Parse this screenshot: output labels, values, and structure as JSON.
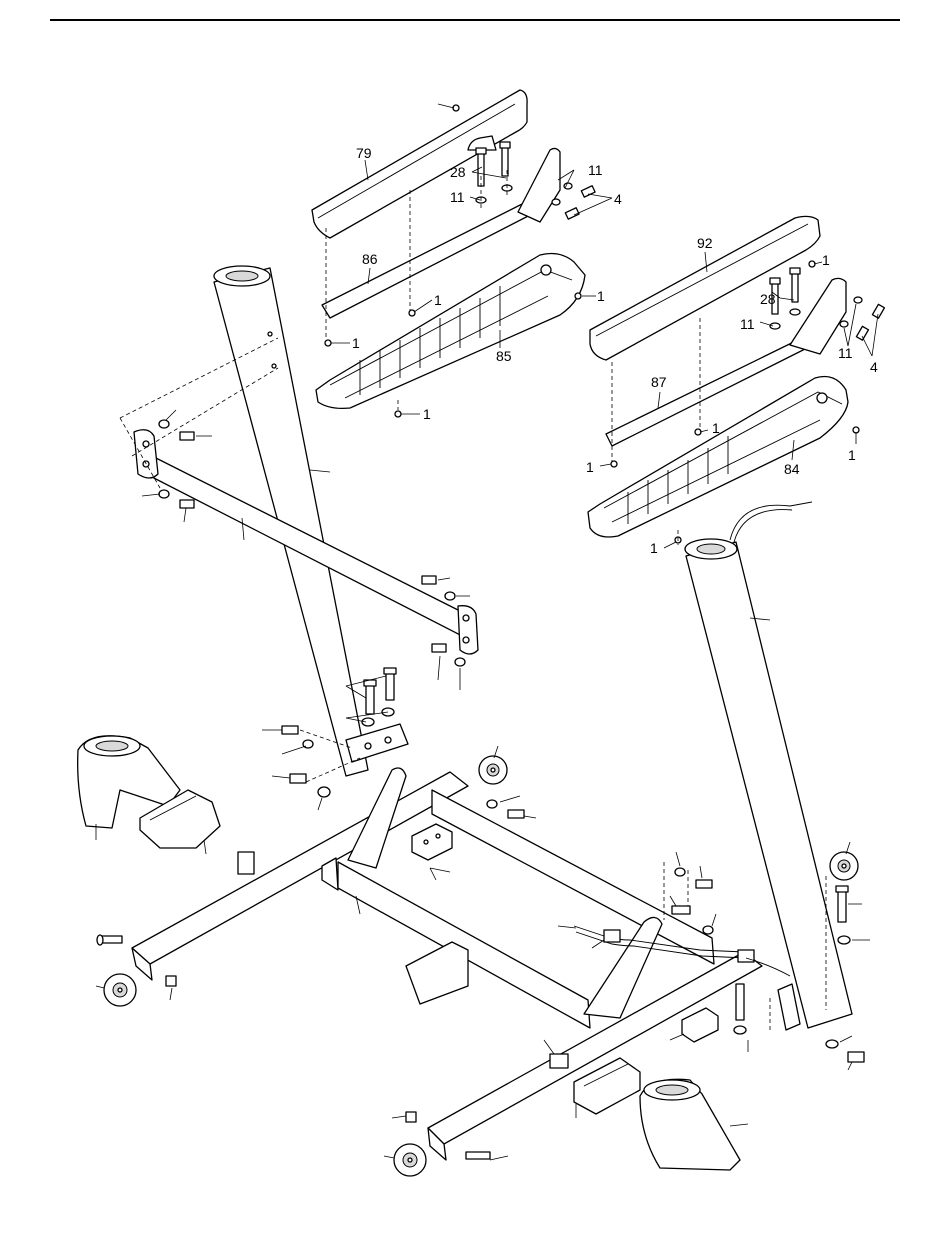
{
  "labels": {
    "l79": "79",
    "l28a": "28",
    "l11a": "11",
    "l11b": "11",
    "l4a": "4",
    "l86": "86",
    "l1a": "1",
    "l1b": "1",
    "l1c": "1",
    "l85": "85",
    "l1d": "1",
    "l92": "92",
    "l1e": "1",
    "l28b": "28",
    "l11c": "11",
    "l11d": "11",
    "l4b": "4",
    "l87": "87",
    "l1f": "1",
    "l1g": "1",
    "l1h": "1",
    "l84": "84",
    "l1i": "1"
  }
}
